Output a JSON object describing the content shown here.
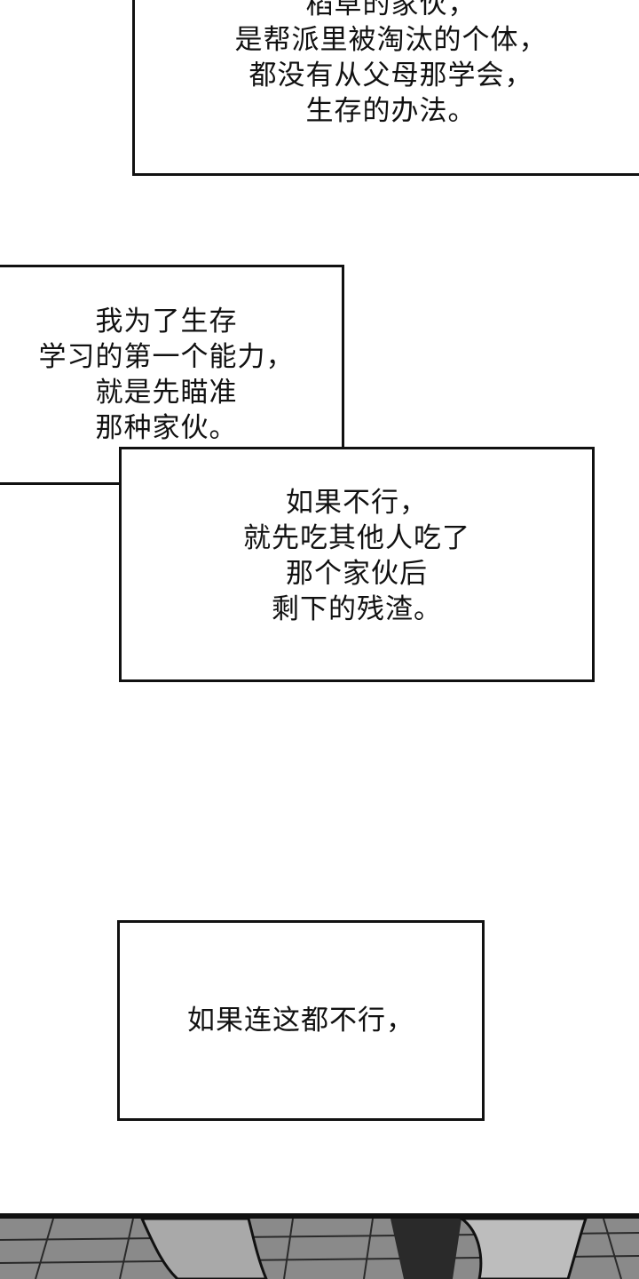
{
  "captions": {
    "box1": {
      "lines": [
        "稻草的家伙，",
        "是帮派里被淘汰的个体，",
        "都没有从父母那学会，",
        "生存的办法。"
      ]
    },
    "box2": {
      "lines": [
        "我为了生存",
        "学习的第一个能力，",
        "就是先瞄准",
        "那种家伙。"
      ]
    },
    "box3": {
      "lines": [
        "如果不行，",
        "就先吃其他人吃了",
        "那个家伙后",
        "剩下的残渣。"
      ]
    },
    "box4": {
      "lines": [
        "如果连这都不行，"
      ]
    }
  },
  "colors": {
    "ink": "#111111",
    "paper": "#ffffff",
    "scene_dark": "#2a2a2a",
    "scene_mid": "#6b6b6b",
    "scene_light": "#a9a9a9"
  }
}
